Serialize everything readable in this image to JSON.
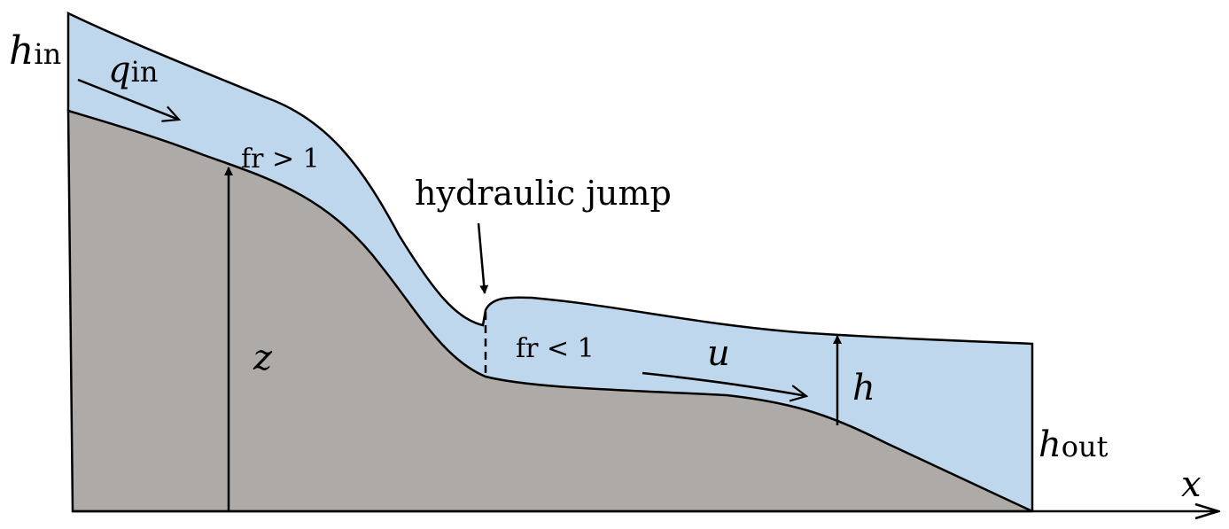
{
  "labels": {
    "h_in": {
      "main": "h",
      "sub": "in"
    },
    "q_in": {
      "main": "q",
      "sub": "in"
    },
    "fr_super": "fr > 1",
    "hydraulic_jump": "hydraulic jump",
    "fr_sub": "fr < 1",
    "u": "u",
    "h": "h",
    "z": "z",
    "h_out": {
      "main": "h",
      "sub": "out"
    },
    "x": "x"
  },
  "colors": {
    "water": "#bfd7ed",
    "ground": "#aeaaa8",
    "line": "#000000"
  }
}
